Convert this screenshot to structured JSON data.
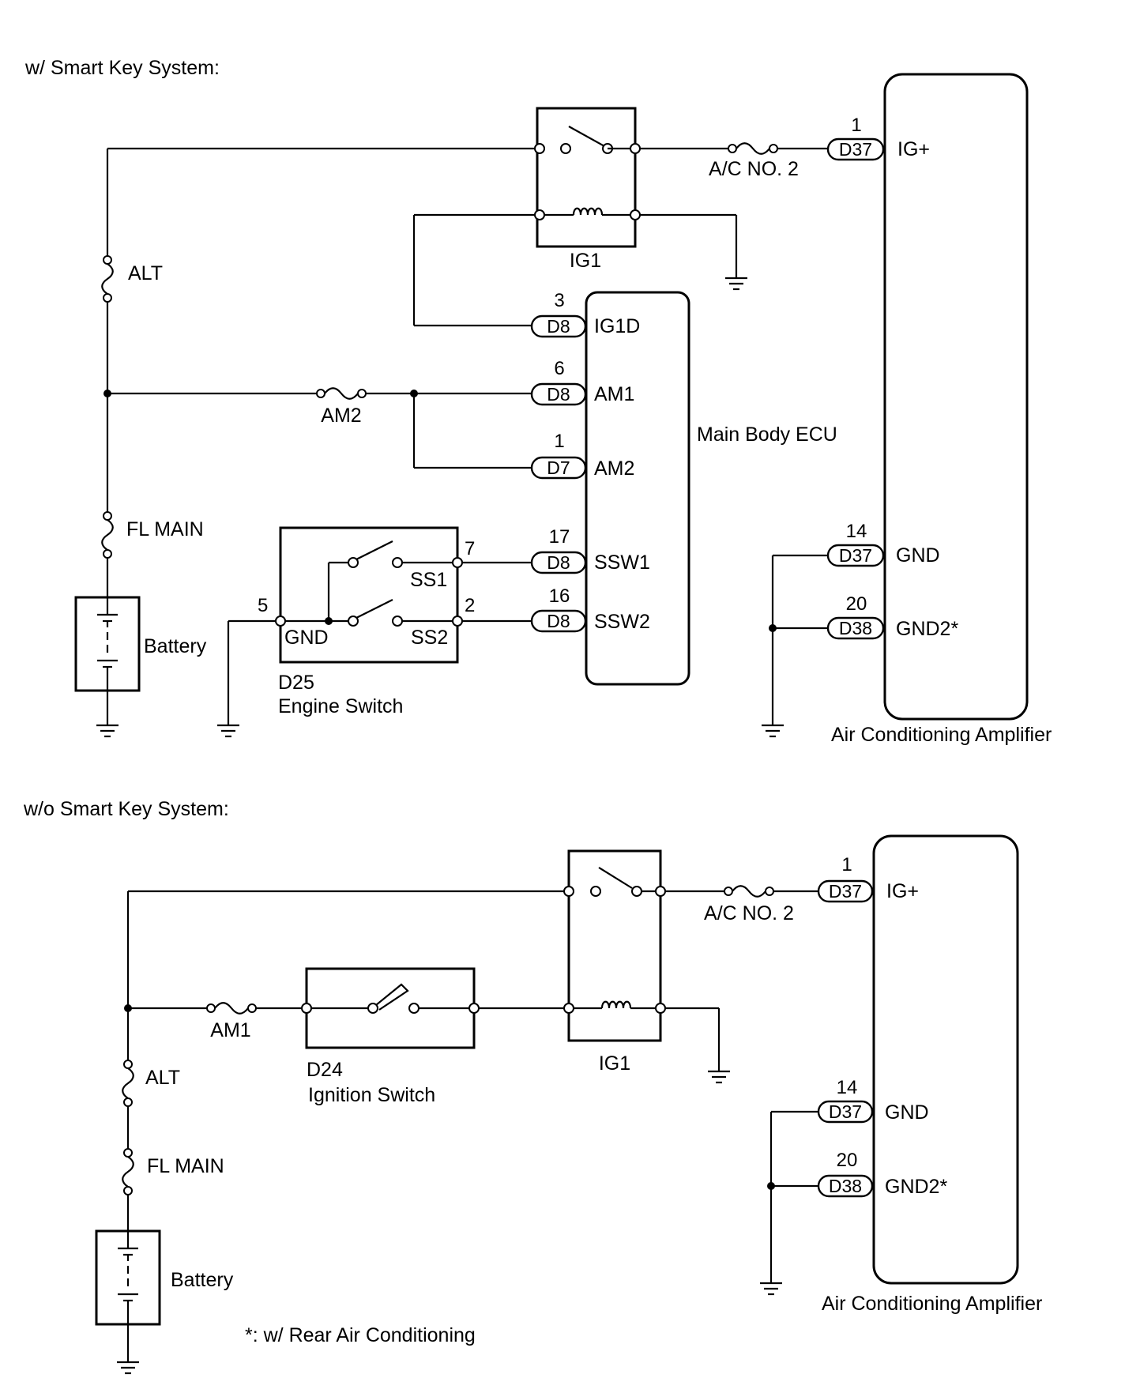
{
  "section1": {
    "title": "w/ Smart Key System:",
    "fuses": {
      "alt": "ALT",
      "fl_main": "FL MAIN",
      "am2": "AM2",
      "ac_no2": "A/C NO. 2"
    },
    "battery": "Battery",
    "relay": "IG1",
    "engine_switch": {
      "id": "D25",
      "name": "Engine Switch",
      "gnd": "GND",
      "ss1": "SS1",
      "ss2": "SS2",
      "pin_gnd": "5",
      "pin_ss1": "7",
      "pin_ss2": "2"
    },
    "ecu": {
      "name": "Main Body ECU",
      "terminals": [
        {
          "pin": "3",
          "conn": "D8",
          "name": "IG1D"
        },
        {
          "pin": "6",
          "conn": "D8",
          "name": "AM1"
        },
        {
          "pin": "1",
          "conn": "D7",
          "name": "AM2"
        },
        {
          "pin": "17",
          "conn": "D8",
          "name": "SSW1"
        },
        {
          "pin": "16",
          "conn": "D8",
          "name": "SSW2"
        }
      ]
    },
    "amplifier": {
      "name": "Air Conditioning Amplifier",
      "terminals": [
        {
          "pin": "1",
          "conn": "D37",
          "name": "IG+"
        },
        {
          "pin": "14",
          "conn": "D37",
          "name": "GND"
        },
        {
          "pin": "20",
          "conn": "D38",
          "name": "GND2*"
        }
      ]
    }
  },
  "section2": {
    "title": "w/o Smart Key System:",
    "fuses": {
      "alt": "ALT",
      "fl_main": "FL MAIN",
      "am1": "AM1",
      "ac_no2": "A/C NO. 2"
    },
    "battery": "Battery",
    "relay": "IG1",
    "ignition_switch": {
      "id": "D24",
      "name": "Ignition Switch"
    },
    "amplifier": {
      "name": "Air Conditioning Amplifier",
      "terminals": [
        {
          "pin": "1",
          "conn": "D37",
          "name": "IG+"
        },
        {
          "pin": "14",
          "conn": "D37",
          "name": "GND"
        },
        {
          "pin": "20",
          "conn": "D38",
          "name": "GND2*"
        }
      ]
    }
  },
  "footnote": "*: w/ Rear Air Conditioning"
}
